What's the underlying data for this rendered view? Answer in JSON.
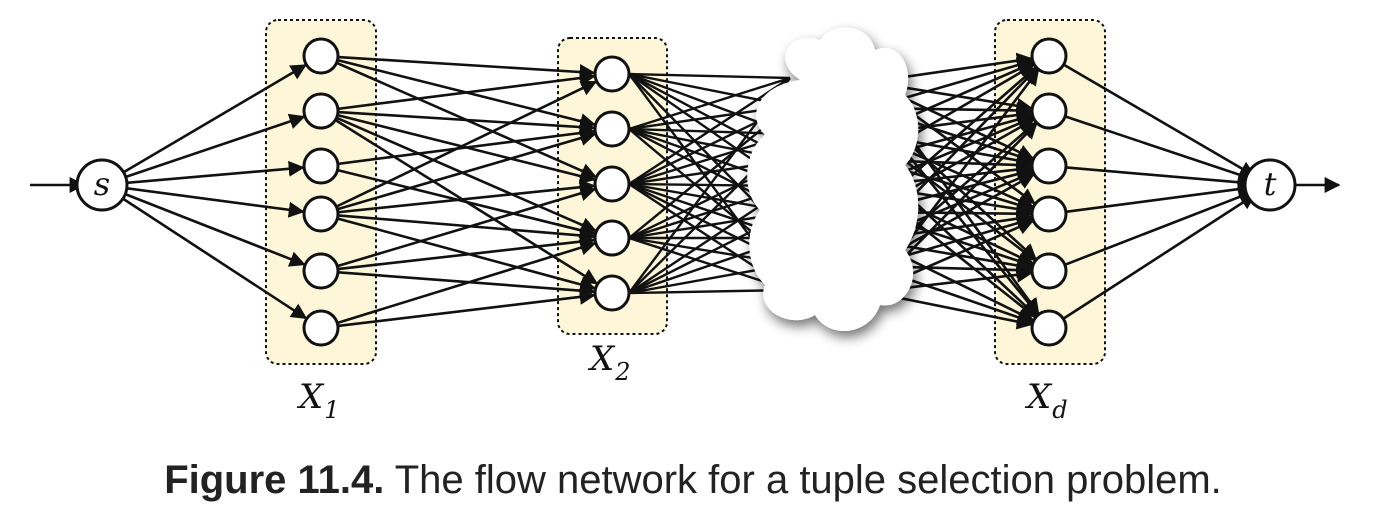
{
  "source_label": "s",
  "sink_label": "t",
  "groups": [
    {
      "name": "X",
      "subscript": "1",
      "nodes": 6
    },
    {
      "name": "X",
      "subscript": "2",
      "nodes": 5
    },
    {
      "name": "X",
      "subscript": "d",
      "nodes": 6
    }
  ],
  "caption": {
    "label": "Figure 11.4.",
    "text": "The flow network for a tuple selection problem."
  },
  "colors": {
    "group_fill": "#fdf6d8",
    "stroke": "#111111",
    "cloud": "#ffffff"
  }
}
